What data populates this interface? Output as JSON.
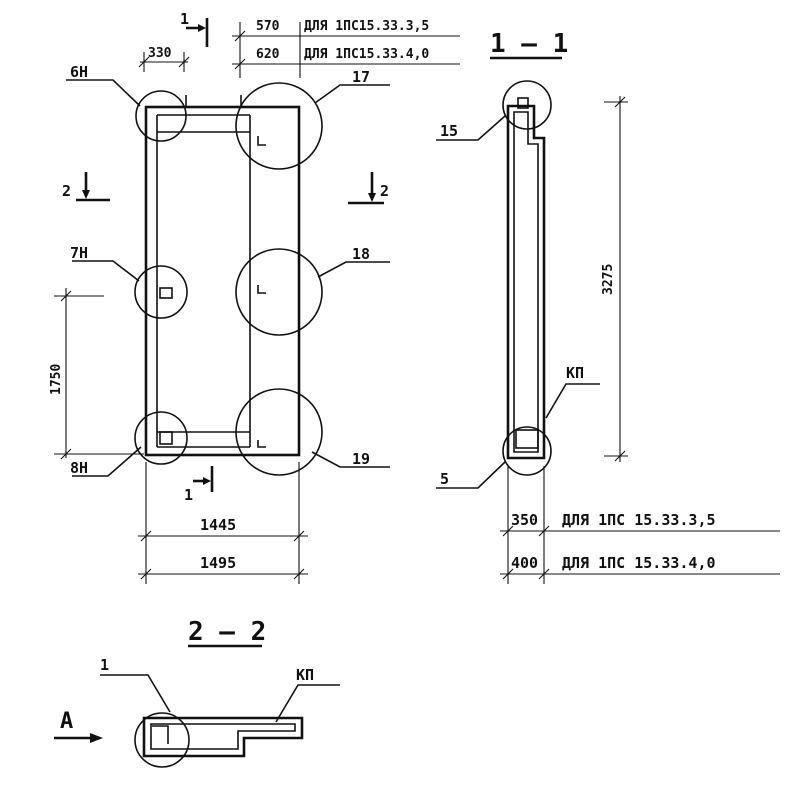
{
  "plan": {
    "section_mark_top": "1",
    "section_mark_bottom": "1",
    "section_mark_left": "2",
    "section_mark_right": "2",
    "dim_330": "330",
    "dim_570": "570",
    "note_570": "ДЛЯ 1ПС15.33.3,5",
    "dim_620": "620",
    "note_620": "ДЛЯ 1ПС15.33.4,0",
    "dim_1750": "1750",
    "dim_1445": "1445",
    "dim_1495": "1495",
    "callouts": {
      "6H": "6H",
      "7H": "7H",
      "8H": "8H",
      "17": "17",
      "18": "18",
      "19": "19"
    }
  },
  "section_1_1": {
    "title": "1 – 1",
    "dim_3275": "3275",
    "label_15": "15",
    "label_kp": "КП",
    "label_5": "5",
    "dim_350": "350",
    "note_350": "ДЛЯ 1ПС 15.33.3,5",
    "dim_400": "400",
    "note_400": "ДЛЯ 1ПС 15.33.4,0"
  },
  "section_2_2": {
    "title": "2 – 2",
    "label_1": "1",
    "label_kp": "КП",
    "view_a": "А"
  }
}
